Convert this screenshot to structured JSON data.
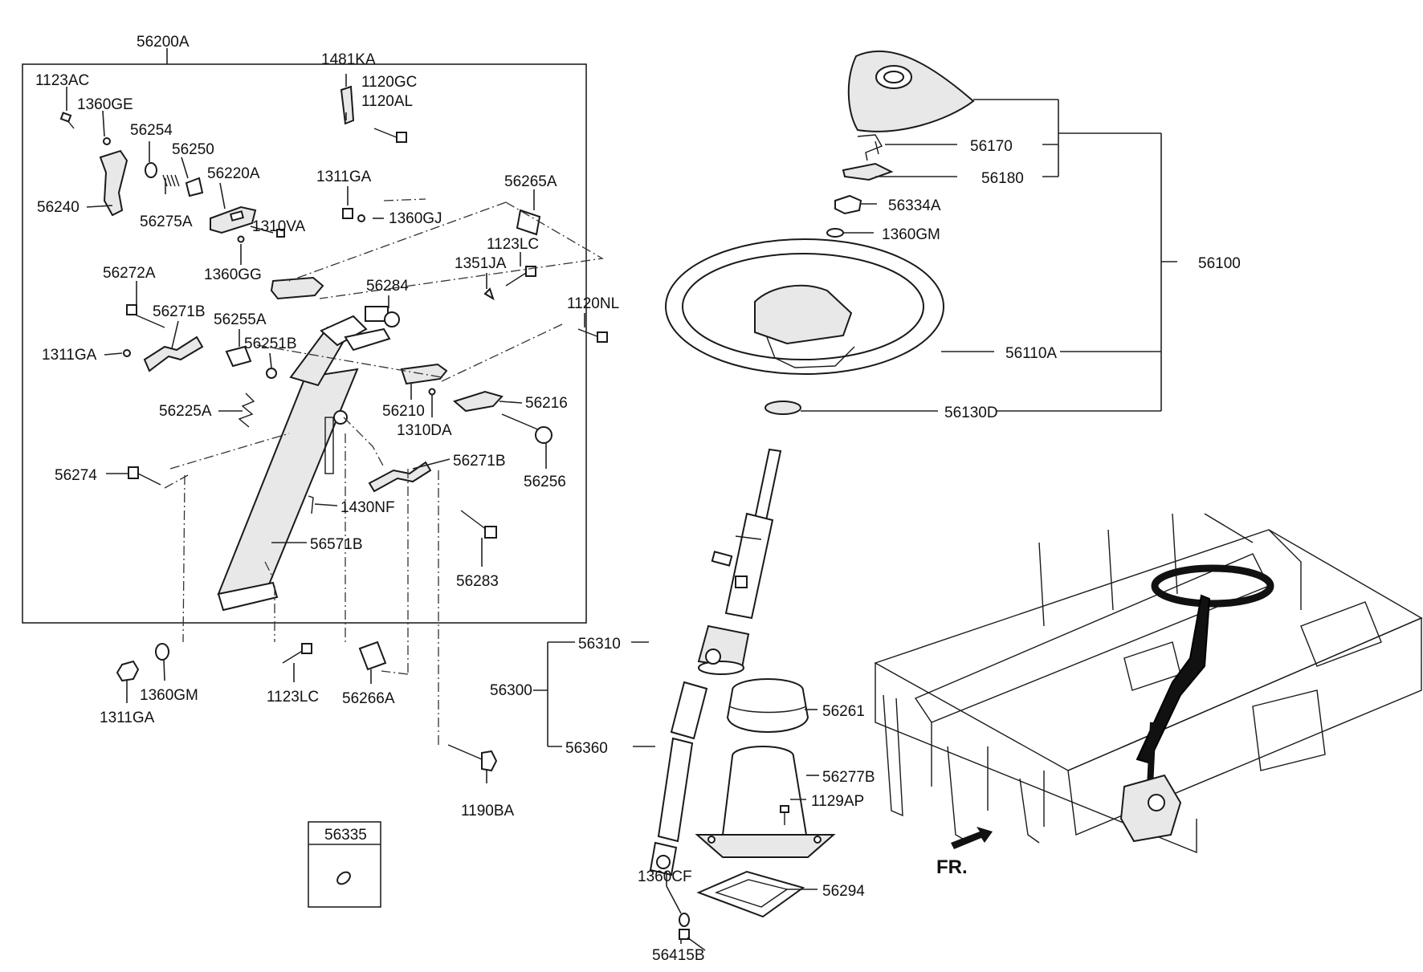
{
  "labels": {
    "p56200A": "56200A",
    "p1123AC": "1123AC",
    "p1360GE": "1360GE",
    "p56254": "56254",
    "p56250": "56250",
    "p56220A": "56220A",
    "p56240": "56240",
    "p56275A": "56275A",
    "p1310VA": "1310VA",
    "p1360GG": "1360GG",
    "p1481KA": "1481KA",
    "p1120GC": "1120GC",
    "p1120AL": "1120AL",
    "p1311GA_top": "1311GA",
    "p1360GJ": "1360GJ",
    "p56265A": "56265A",
    "p1123LC_top": "1123LC",
    "p1351JA": "1351JA",
    "p56272A": "56272A",
    "p56271B_left": "56271B",
    "p1311GA_left": "1311GA",
    "p56255A": "56255A",
    "p56251B": "56251B",
    "p56284": "56284",
    "p1120NL": "1120NL",
    "p56225A": "56225A",
    "p56210": "56210",
    "p1310DA": "1310DA",
    "p56216": "56216",
    "p56256": "56256",
    "p56271B_right": "56271B",
    "p56274": "56274",
    "p1430NF": "1430NF",
    "p56571B": "56571B",
    "p56283": "56283",
    "p1311GA_bottom": "1311GA",
    "p1360GM_bottom": "1360GM",
    "p1123LC_bottom": "1123LC",
    "p56266A": "56266A",
    "p1190BA": "1190BA",
    "p56335": "56335",
    "p56170": "56170",
    "p56180": "56180",
    "p56334A": "56334A",
    "p1360GM_top": "1360GM",
    "p56100": "56100",
    "p56110A": "56110A",
    "p56130D": "56130D",
    "p56310": "56310",
    "p56300": "56300",
    "p56360": "56360",
    "p56261": "56261",
    "p56277B": "56277B",
    "p1129AP": "1129AP",
    "p1360CF": "1360CF",
    "p56294": "56294",
    "p56415B": "56415B",
    "fr": "FR."
  }
}
